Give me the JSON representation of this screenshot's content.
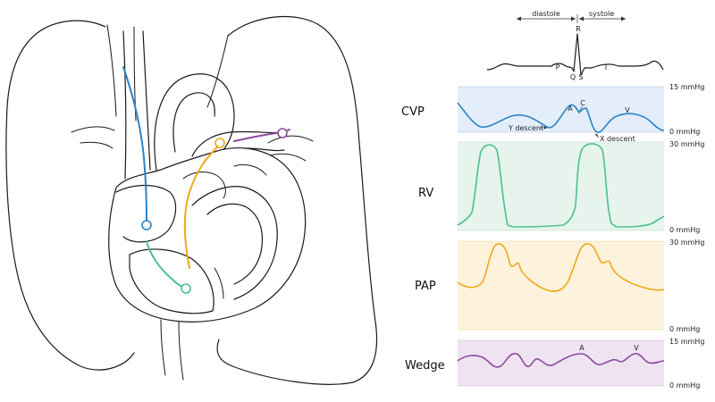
{
  "colors": {
    "cvp": "#2b83c6",
    "cvp_bg": "#e3eefa",
    "rv": "#4cc08f",
    "rv_bg": "#e6f4ed",
    "pap": "#f0a818",
    "pap_bg": "#fdf2dc",
    "wedge": "#8c4a9c",
    "wedge_bg": "#efe3f2",
    "ink": "#1a1a1a"
  },
  "ecg": {
    "diastole_label": "diastole",
    "systole_label": "systole",
    "waves": {
      "p": "P",
      "q": "Q",
      "r": "R",
      "s": "S",
      "t": "T"
    }
  },
  "panels": {
    "cvp": {
      "label": "CVP",
      "top_value": "15 mmHg",
      "bottom_value": "0 mmHg",
      "annotations": {
        "a": "A",
        "c": "C",
        "v": "V",
        "y_descent": "Y descent",
        "x_descent": "X descent"
      }
    },
    "rv": {
      "label": "RV",
      "top_value": "30 mmHg",
      "bottom_value": "0 mmHg"
    },
    "pap": {
      "label": "PAP",
      "top_value": "30 mmHg",
      "bottom_value": "0 mmHg"
    },
    "wedge": {
      "label": "Wedge",
      "top_value": "15 mmHg",
      "bottom_value": "0 mmHg",
      "annotations": {
        "a": "A",
        "v": "V"
      }
    }
  }
}
